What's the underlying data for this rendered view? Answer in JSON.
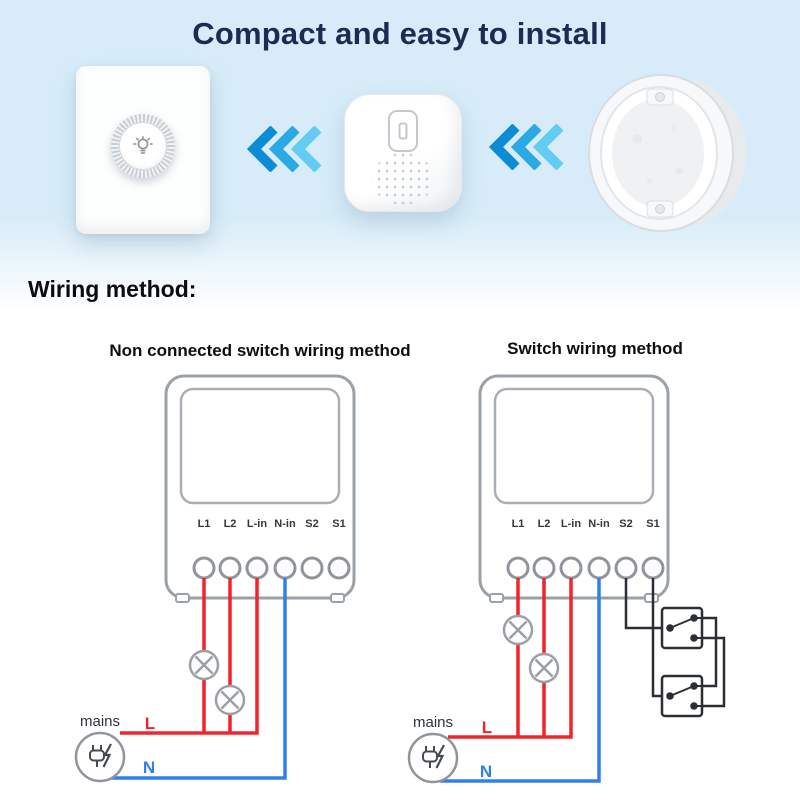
{
  "hero": {
    "title": "Compact and easy to install"
  },
  "section": {
    "heading": "Wiring method:"
  },
  "diagrams": [
    {
      "title": "Non connected switch wiring method",
      "terminals": [
        "L1",
        "L2",
        "L-in",
        "N-in",
        "S2",
        "S1"
      ],
      "mains_label": "mains",
      "live_label": "L",
      "neutral_label": "N"
    },
    {
      "title": "Switch wiring method",
      "terminals": [
        "L1",
        "L2",
        "L-in",
        "N-in",
        "S2",
        "S1"
      ],
      "mains_label": "mains",
      "live_label": "L",
      "neutral_label": "N"
    }
  ],
  "icons": {
    "chevrons_left": "double-chevron-left-arrows",
    "bulb": "light-bulb",
    "mains_plug": "power-plug-with-bolt",
    "lamp_symbol": "circle-with-cross-lamp"
  },
  "colors": {
    "background_top": "#d7ecf8",
    "title_text": "#1b2b52",
    "live_wire": "#f2232a",
    "neutral_wire": "#2f80ed",
    "switch_wire": "#2b2f33",
    "device_outline": "#9aa1a7",
    "chevron_blue": "#1193d6"
  }
}
